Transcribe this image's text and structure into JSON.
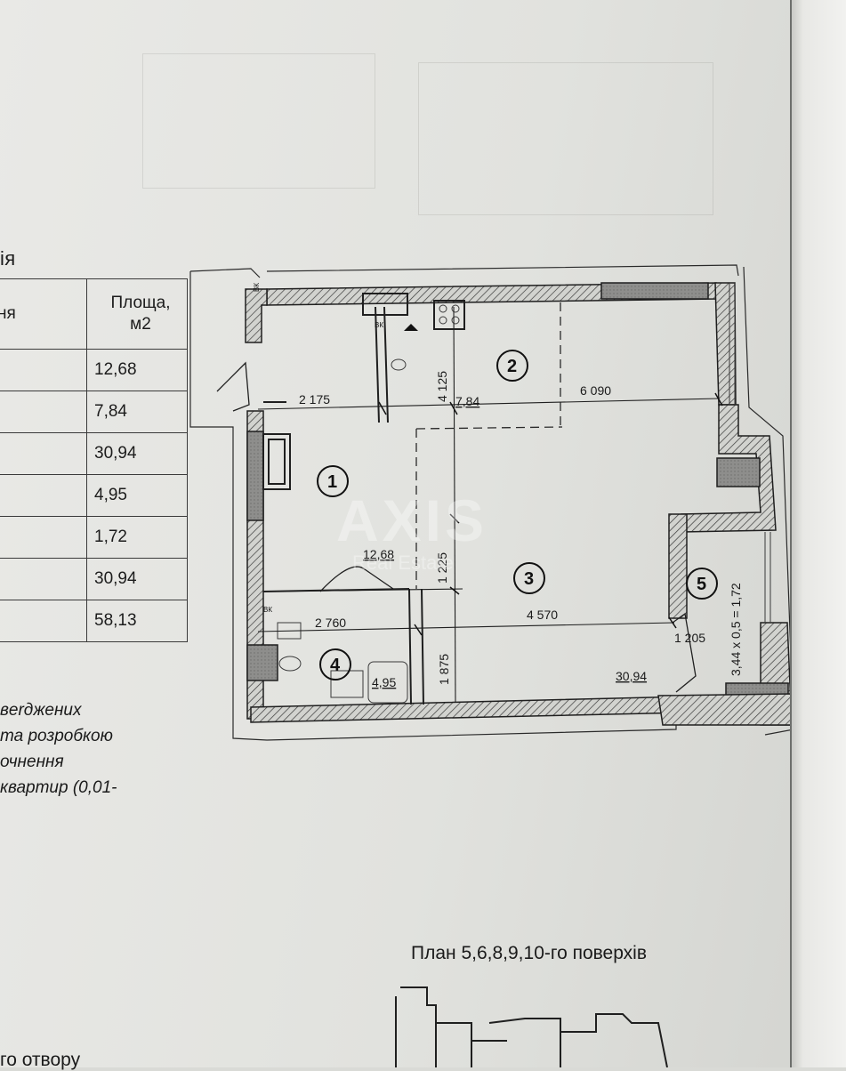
{
  "document": {
    "title_fragment": "ія",
    "table": {
      "header_left": "ня",
      "header_right_line1": "Площа,",
      "header_right_line2": "м2",
      "rows": [
        "12,68",
        "7,84",
        "30,94",
        "4,95",
        "1,72",
        "30,94",
        "58,13"
      ]
    },
    "note_lines": [
      "вerджених",
      "та розробкою",
      "очнення",
      "квартир (0,01-"
    ],
    "caption": "План 5,6,8,9,10-го поверхів",
    "bottom_text": "го отвору"
  },
  "plan": {
    "rooms": [
      {
        "num": "1",
        "area": "12,68"
      },
      {
        "num": "2",
        "area": "7,84"
      },
      {
        "num": "3",
        "area": "30,94"
      },
      {
        "num": "4",
        "area": "4,95"
      },
      {
        "num": "5",
        "area": "3,44 x 0,5 = 1,72"
      }
    ],
    "dimensions": {
      "d2175": "2 175",
      "d6090": "6 090",
      "d4125": "4 125",
      "d1225": "1 225",
      "d2760": "2 760",
      "d4570": "4 570",
      "d1875": "1 875",
      "d1205": "1 205"
    },
    "labels": {
      "bk1": "ВК",
      "bk2": "ВК",
      "bk3": "ВК"
    },
    "watermark": {
      "main": "AXIS",
      "sub": "Real Estate"
    }
  },
  "colors": {
    "wall_fill": "#8e8e8c",
    "line": "#1f1f1f",
    "paper": "#e6e6e3"
  }
}
